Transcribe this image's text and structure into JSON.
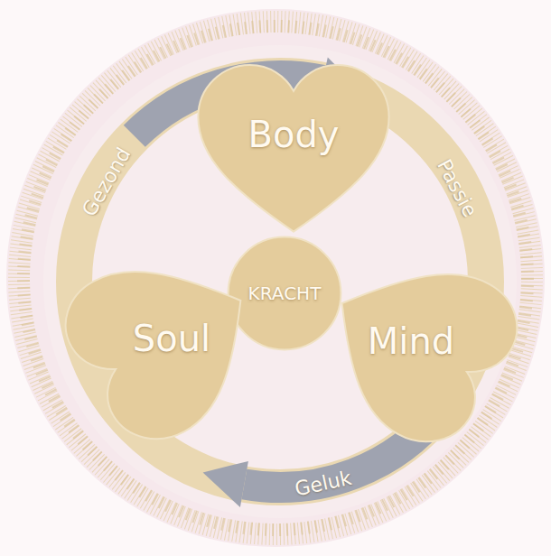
{
  "diagram": {
    "nodes": [
      {
        "text": [
          "Body"
        ]
      },
      {
        "text": [
          "KRACHT"
        ]
      },
      {
        "text": [
          "Soul"
        ]
      },
      {
        "text": [
          "Mind"
        ]
      }
    ],
    "labels": [
      "Gezond",
      "Passie",
      "Geluk"
    ]
  }
}
